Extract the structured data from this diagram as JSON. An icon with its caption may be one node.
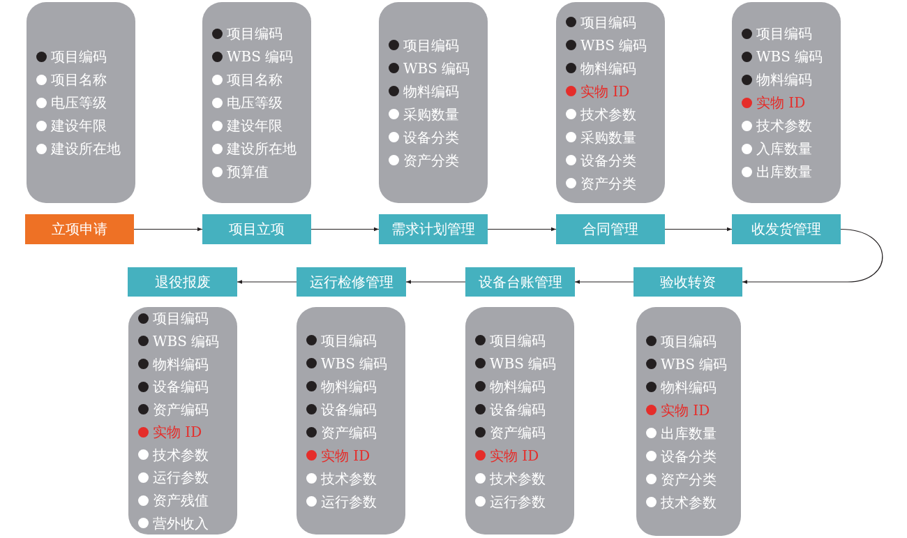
{
  "diagram": {
    "nodes": [
      {
        "text": [
          "项目编码",
          "项目名称",
          "电压等级",
          "建设年限",
          "建设所在地"
        ]
      },
      {
        "text": [
          "项目编码",
          "WBS 编码",
          "项目名称",
          "电压等级",
          "建设年限",
          "建设所在地",
          "预算值"
        ]
      },
      {
        "text": [
          "项目编码",
          "WBS 编码",
          "物料编码",
          "采购数量",
          "设备分类",
          "资产分类"
        ]
      },
      {
        "text": [
          "项目编码",
          "WBS 编码",
          "物料编码",
          "实物 ID",
          "技术参数",
          "采购数量",
          "设备分类",
          "资产分类"
        ]
      },
      {
        "text": [
          "项目编码",
          "WBS 编码",
          "物料编码",
          "实物 ID",
          "技术参数",
          "入库数量",
          "出库数量"
        ]
      },
      {
        "text": [
          "立项申请"
        ]
      },
      {
        "text": [
          "项目立项"
        ]
      },
      {
        "text": [
          "需求计划管理"
        ]
      },
      {
        "text": [
          "合同管理"
        ]
      },
      {
        "text": [
          "收发货管理"
        ]
      },
      {
        "text": [
          "退役报废"
        ]
      },
      {
        "text": [
          "运行检修管理"
        ]
      },
      {
        "text": [
          "设备台账管理"
        ]
      },
      {
        "text": [
          "验收转资"
        ]
      },
      {
        "text": [
          "项目编码",
          "WBS 编码",
          "物料编码",
          "设备编码",
          "资产编码",
          "实物 ID",
          "技术参数",
          "运行参数",
          "资产残值",
          "营外收入"
        ]
      },
      {
        "text": [
          "项目编码",
          "WBS 编码",
          "物料编码",
          "设备编码",
          "资产编码",
          "实物 ID",
          "技术参数",
          "运行参数"
        ]
      },
      {
        "text": [
          "项目编码",
          "WBS 编码",
          "物料编码",
          "设备编码",
          "资产编码",
          "实物 ID",
          "技术参数",
          "运行参数"
        ]
      },
      {
        "text": [
          "项目编码",
          "WBS 编码",
          "物料编码",
          "实物 ID",
          "出库数量",
          "设备分类",
          "资产分类",
          "技术参数"
        ]
      }
    ],
    "edges": [
      {
        "from": 5,
        "to": 6,
        "arrow": "to"
      },
      {
        "from": 6,
        "to": 7,
        "arrow": "to"
      },
      {
        "from": 7,
        "to": 8,
        "arrow": "to"
      },
      {
        "from": 8,
        "to": 9,
        "arrow": "to"
      },
      {
        "from": 9,
        "to": 13,
        "arrow": "to"
      },
      {
        "from": 13,
        "to": 12,
        "arrow": "to"
      },
      {
        "from": 12,
        "to": 11,
        "arrow": "to"
      },
      {
        "from": 11,
        "to": 10,
        "arrow": "to"
      }
    ]
  }
}
